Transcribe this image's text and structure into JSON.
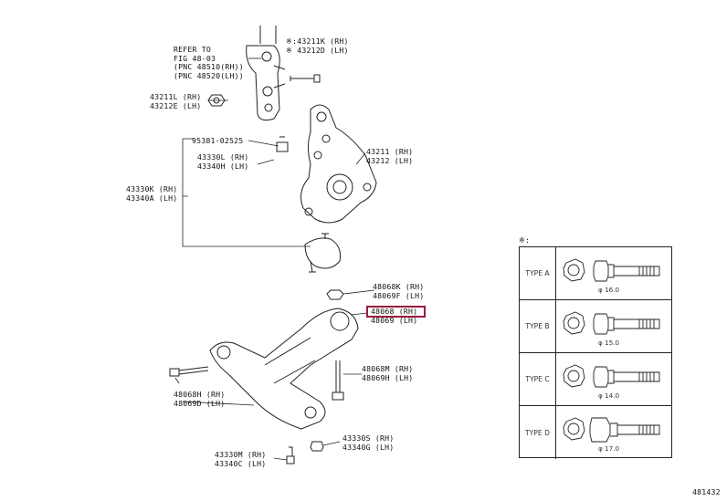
{
  "labels": {
    "refer": [
      "REFER TO",
      "FIG 48-03",
      "(PNC 48510(RH))",
      "(PNC 48520(LH))"
    ],
    "p43211K": [
      "※:43211K (RH)",
      "※ 43212D (LH)"
    ],
    "p43211L": [
      "43211L (RH)",
      "43212E (LH)"
    ],
    "p95381": "95381-02525",
    "p43330L": [
      "43330L (RH)",
      "43340H (LH)"
    ],
    "p43330K": [
      "43330K (RH)",
      "43340A (LH)"
    ],
    "p43211": [
      "43211 (RH)",
      "43212 (LH)"
    ],
    "p48068K": [
      "48068K (RH)",
      "48069F (LH)"
    ],
    "p48068": [
      "48068 (RH)",
      "48069 (LH)"
    ],
    "p48068H": [
      "48068H (RH)",
      "48069D (LH)"
    ],
    "p48068M": [
      "48068M (RH)",
      "48069H (LH)"
    ],
    "p43330S": [
      "43330S (RH)",
      "43340G (LH)"
    ],
    "p43330M": [
      "43330M (RH)",
      "43340C (LH)"
    ]
  },
  "note_mark": "※:",
  "bolt_types": [
    {
      "type": "TYPE A",
      "diameter": "φ 16.0"
    },
    {
      "type": "TYPE B",
      "diameter": "φ 15.0"
    },
    {
      "type": "TYPE C",
      "diameter": "φ 14.0"
    },
    {
      "type": "TYPE D",
      "diameter": "φ 17.0"
    }
  ],
  "figure_id": "481432",
  "colors": {
    "highlight": "#9b1b3b",
    "line": "#222222"
  }
}
